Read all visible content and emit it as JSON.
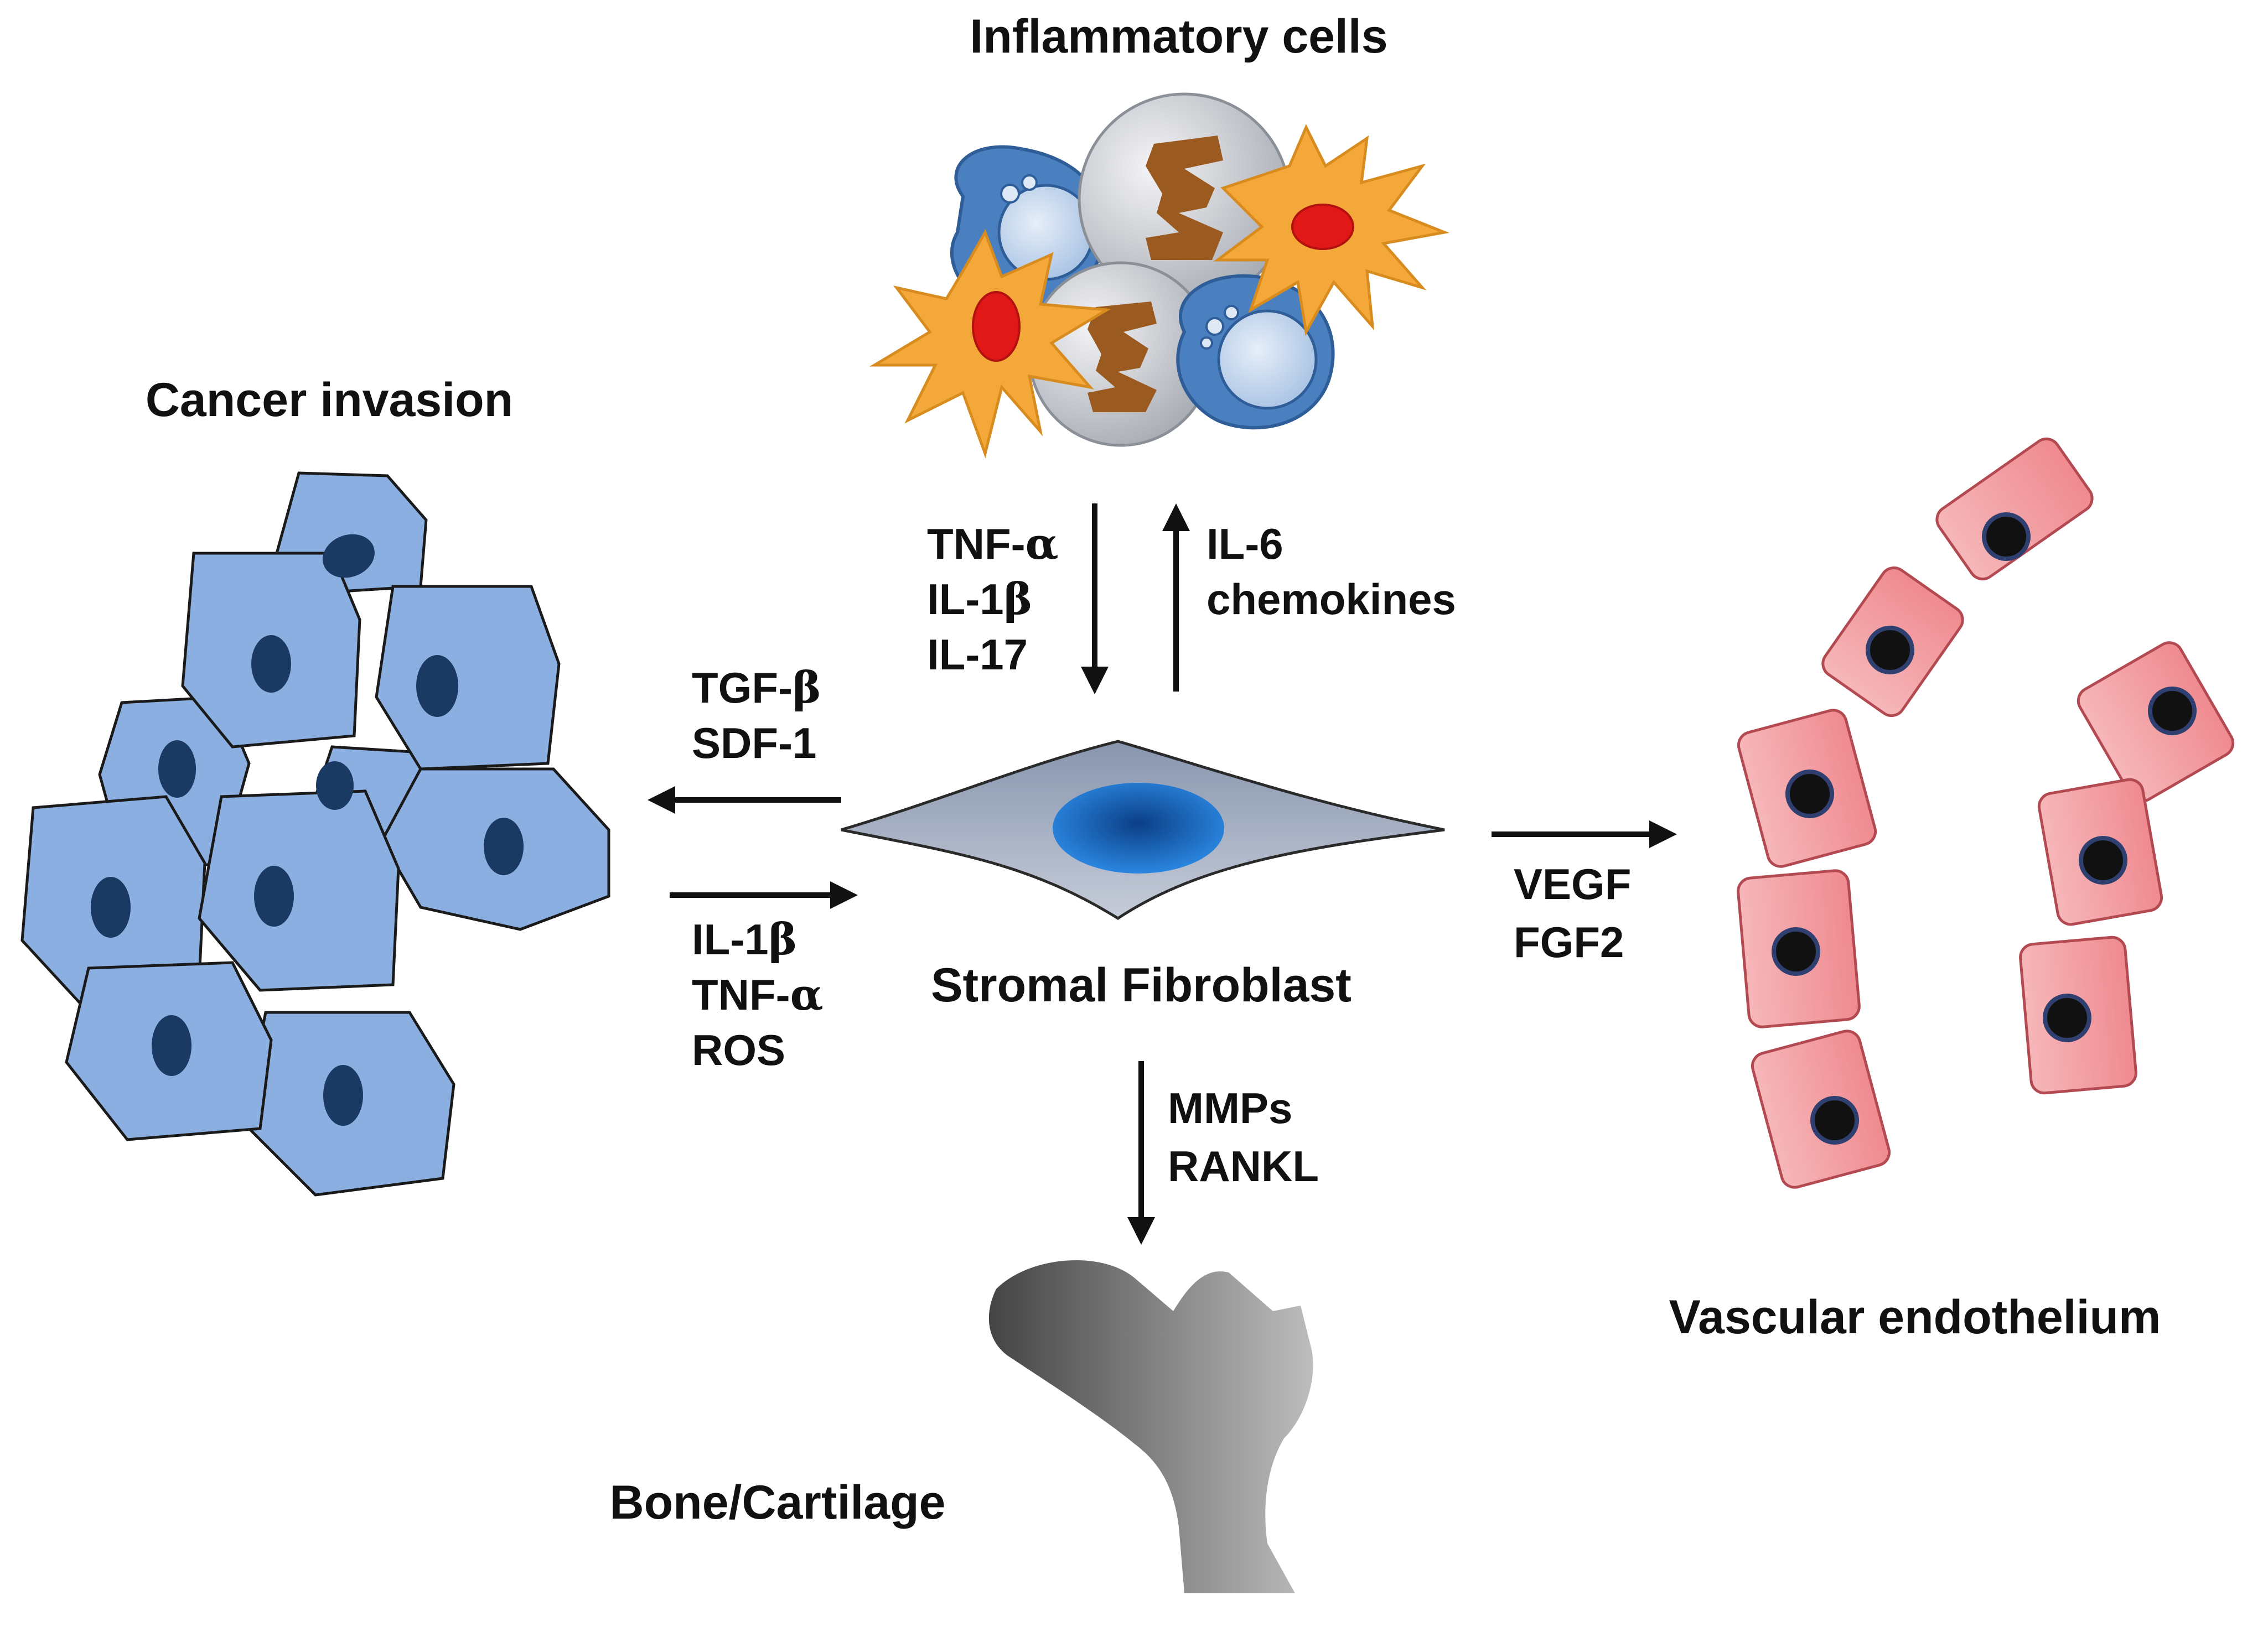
{
  "labels": {
    "inflammatory_cells": "Inflammatory cells",
    "cancer_invasion": "Cancer invasion",
    "stromal_fibroblast": "Stromal Fibroblast",
    "vascular_endothelium": "Vascular endothelium",
    "bone_cartilage": "Bone/Cartilage"
  },
  "signals": {
    "to_fibroblast_from_inflammatory": {
      "tnf_prefix": "TNF-",
      "tnf_symbol": "α",
      "il1_prefix": "IL-1",
      "il1_symbol": "β",
      "il17": "IL-17"
    },
    "to_inflammatory_from_fibroblast": [
      "IL-6",
      "chemokines"
    ],
    "to_cancer_from_fibroblast": {
      "tgf_prefix": "TGF-",
      "tgf_symbol": "β",
      "sdf1": "SDF-1"
    },
    "to_fibroblast_from_cancer": {
      "il1_prefix": "IL-1",
      "il1_symbol": "β",
      "tnf_prefix": "TNF-",
      "tnf_symbol": "α",
      "ros": "ROS"
    },
    "to_endothelium_from_fibroblast": [
      "VEGF",
      "FGF2"
    ],
    "to_bone_from_fibroblast": [
      "MMPs",
      "RANKL"
    ]
  },
  "colors": {
    "cancer_cell": "#8aafe0",
    "cancer_nucleus": "#1a3a64",
    "fibroblast_body": "#a8b4c8",
    "fibroblast_nucleus": "#1d6fc4",
    "endothelial_cell": "#f4a3a8",
    "endothelial_nucleus": "#111111",
    "dendritic_cell": "#f5a83a",
    "dendritic_nucleus": "#e01818",
    "neutrophil_nucleus": "#9a5a20",
    "macrophage": "#4a7fc0",
    "bone": "#8a8a8a"
  }
}
